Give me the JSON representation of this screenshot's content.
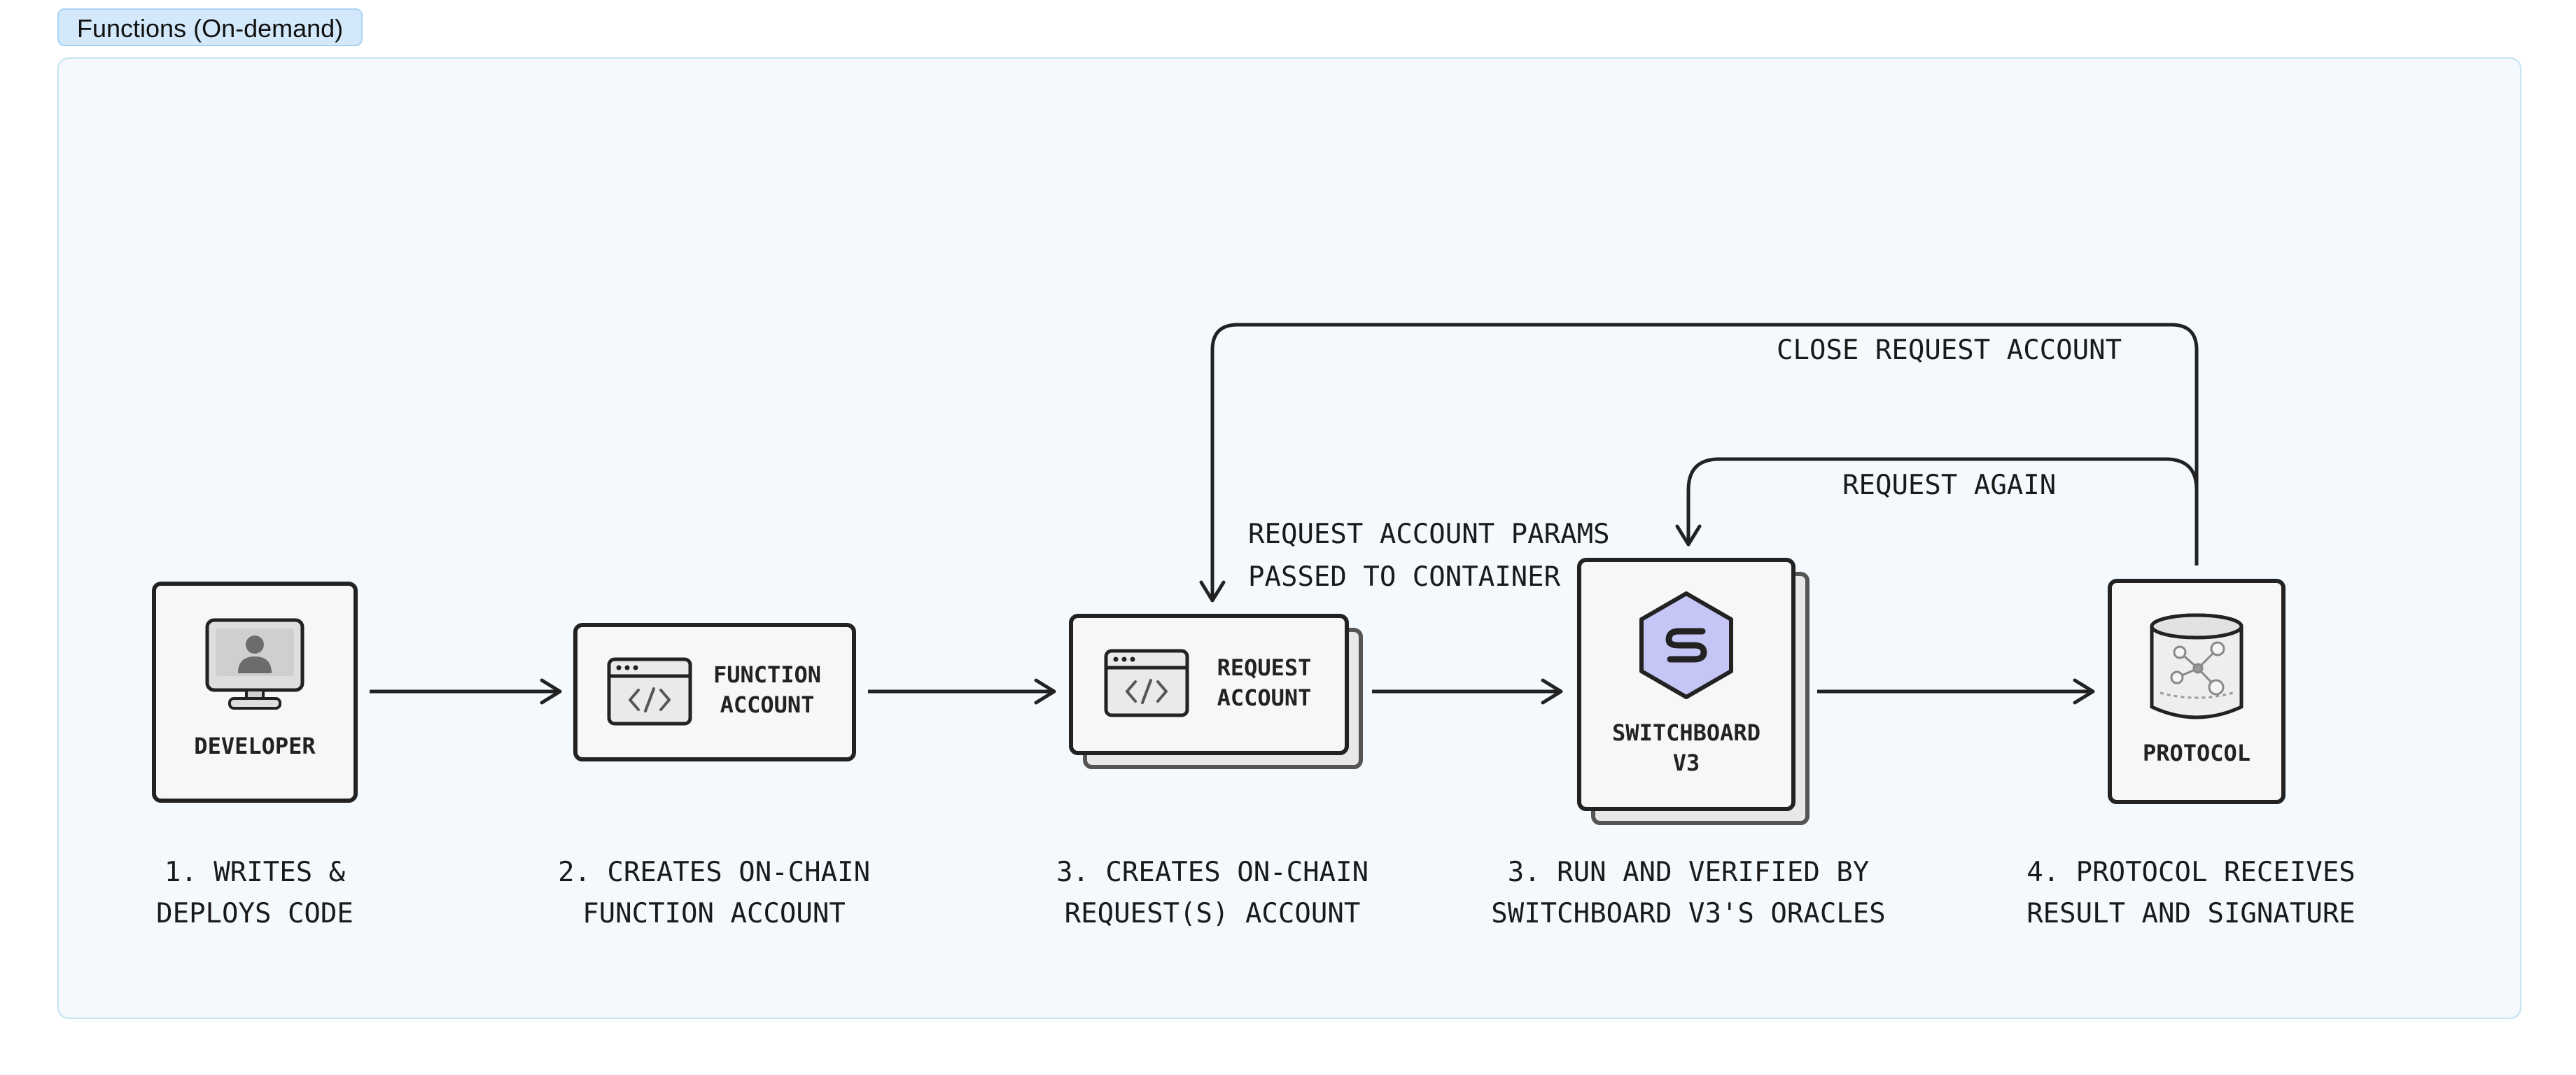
{
  "section_title": "Functions (On-demand)",
  "nodes": {
    "developer": {
      "label": "DEVELOPER"
    },
    "function_account": {
      "label_line1": "FUNCTION",
      "label_line2": "ACCOUNT"
    },
    "request_account": {
      "label_line1": "REQUEST",
      "label_line2": "ACCOUNT"
    },
    "switchboard": {
      "label_line1": "SWITCHBOARD",
      "label_line2": "V3",
      "logo_letter": "S"
    },
    "protocol": {
      "label": "PROTOCOL"
    }
  },
  "steps": [
    {
      "line1": "1. WRITES &",
      "line2": "DEPLOYS CODE"
    },
    {
      "line1": "2. CREATES ON-CHAIN",
      "line2": "FUNCTION ACCOUNT"
    },
    {
      "line1": "3. CREATES ON-CHAIN",
      "line2": "REQUEST(S) ACCOUNT"
    },
    {
      "line1": "3. RUN AND VERIFIED BY",
      "line2": "SWITCHBOARD V3'S ORACLES"
    },
    {
      "line1": "4. PROTOCOL RECEIVES",
      "line2": "RESULT AND SIGNATURE"
    }
  ],
  "edges": {
    "close_request": "CLOSE REQUEST ACCOUNT",
    "request_again": "REQUEST AGAIN",
    "params_line1": "REQUEST ACCOUNT PARAMS",
    "params_line2": "PASSED TO CONTAINER"
  },
  "icons": {
    "developer": "monitor-user-icon",
    "function_account": "code-window-icon",
    "request_account": "code-window-icon",
    "switchboard": "hexagon-s-logo-icon",
    "protocol": "database-network-icon"
  },
  "colors": {
    "panel_bg": "#f4f9fe",
    "panel_border": "#c4e3f4",
    "tab_bg": "#d3e9fb",
    "node_fill": "#f7f7f7",
    "stroke": "#222222",
    "logo_fill": "#c5c6f5"
  }
}
